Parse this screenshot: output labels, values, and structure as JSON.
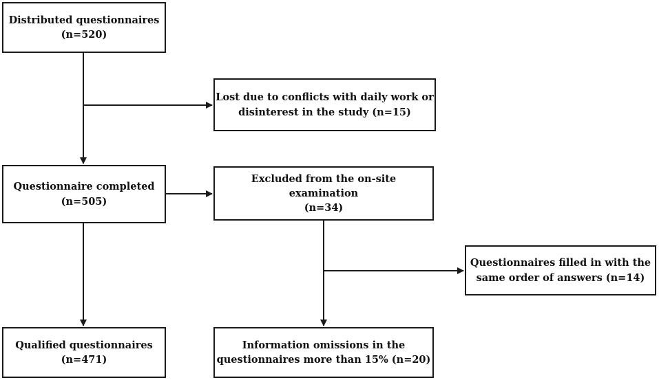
{
  "colors": {
    "line": "#1a1a1a",
    "box_border": "#1a1a1a",
    "text": "#111111"
  },
  "boxes": {
    "distributed": {
      "line1": "Distributed questionnaires",
      "line2": "(n=520)"
    },
    "lost": {
      "line1": "Lost due to conflicts with daily work or",
      "line2": "disinterest in the study (n=15)"
    },
    "completed": {
      "line1": "Questionnaire completed",
      "line2": "(n=505)"
    },
    "excluded": {
      "line1": "Excluded from the on-site",
      "line2": "examination",
      "line3": "(n=34)"
    },
    "same_order": {
      "line1": "Questionnaires filled in with the",
      "line2": "same order of answers (n=14)"
    },
    "qualified": {
      "line1": "Qualified questionnaires",
      "line2": "(n=471)"
    },
    "omissions": {
      "line1": "Information omissions in the",
      "line2": "questionnaires more than 15% (n=20)"
    }
  }
}
